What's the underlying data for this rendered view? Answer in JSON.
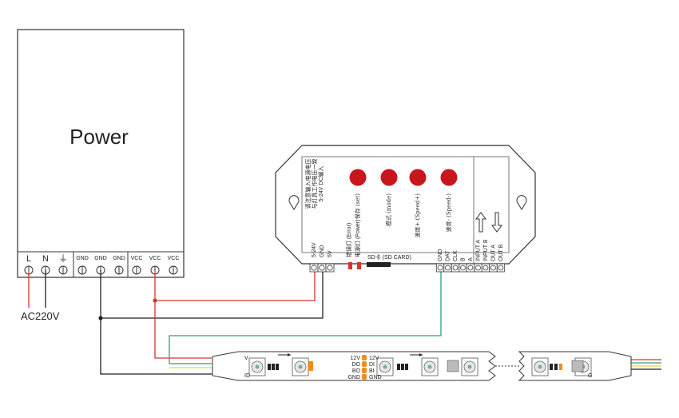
{
  "power_supply": {
    "title": "Power",
    "terminals": [
      "L",
      "N",
      "⏚",
      "GND",
      "GND",
      "GND",
      "VCC",
      "VCC",
      "VCC"
    ],
    "ac_label": "AC220V"
  },
  "controller": {
    "notes": [
      "请注意输入电源电压",
      "与灯具工作电压一致",
      "5-24V DC输入"
    ],
    "buttons": [
      "保存 (set)",
      "模式 (mode)",
      "速度+ (Speed+)",
      "速度- (Speed-)"
    ],
    "power_pins": [
      "5-24V",
      "GND",
      "5V"
    ],
    "leds": [
      "错误灯 (Error)",
      "电源灯 (Power)"
    ],
    "sd_label": "SD卡 (SD CARD)",
    "output_pins": [
      "GND",
      "DAT",
      "CLK",
      "B",
      "A",
      "INPUT A",
      "INPUT B",
      "OUT A",
      "OUT B"
    ]
  },
  "strip": {
    "in_labels": [
      "12V",
      "DO",
      "BO",
      "GND"
    ],
    "out_labels": [
      "12V",
      "DI",
      "BI",
      "GND"
    ]
  },
  "colors": {
    "wire_red": "#d9342b",
    "wire_black": "#222222",
    "wire_green": "#2e9d86",
    "wire_yellow": "#e8d44a",
    "button_red": "#c8161d",
    "connector_orange": "#f08b1d"
  }
}
